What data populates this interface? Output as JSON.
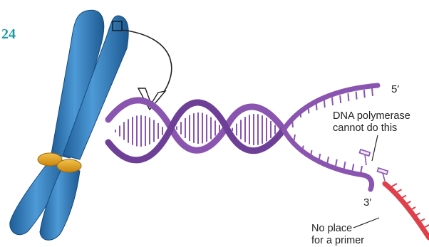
{
  "figure_number": "24",
  "labels": {
    "five_prime": "5′",
    "three_prime": "3′",
    "polymerase_line1": "DNA polymerase",
    "polymerase_line2": "cannot do this",
    "primer_line1": "No place",
    "primer_line2": "for a primer"
  },
  "colors": {
    "chromosome": "#3d86c4",
    "centromere": "#e0a21a",
    "dna_strand": "#8a55b0",
    "rna_primer": "#e0404a",
    "figure_number": "#1c9aa2"
  }
}
